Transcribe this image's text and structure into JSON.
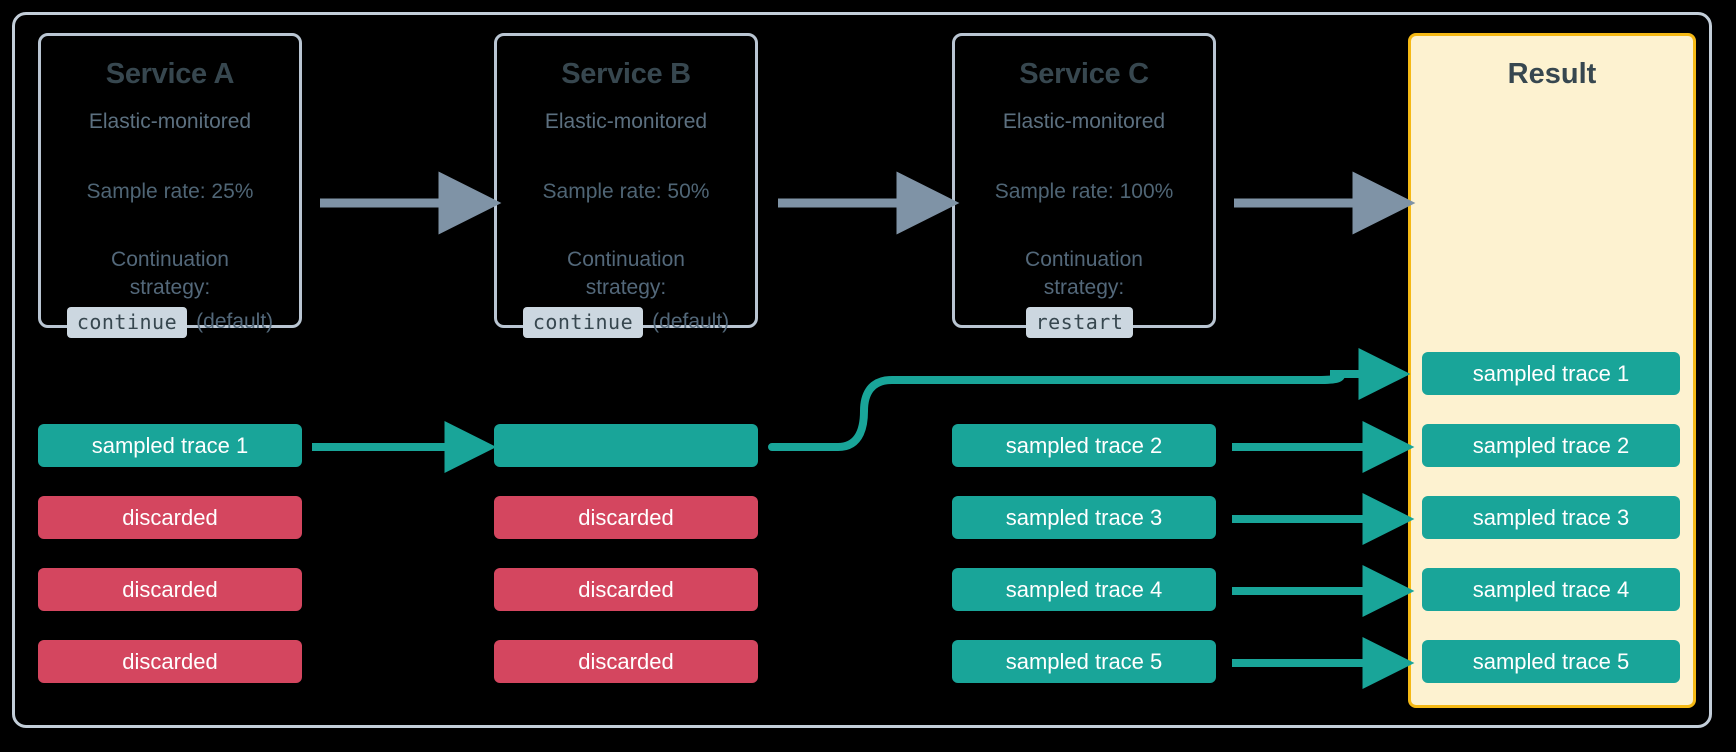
{
  "diagram": {
    "title": "Distributed tracing sampling across services",
    "colors": {
      "background": "#000000",
      "frame_border": "#c3ced9",
      "service_border": "#b9c5d2",
      "heading_text": "#37474f",
      "body_text": "#53687a",
      "code_chip_bg": "#ccd7e0",
      "sampled_green": "#19a599",
      "discarded_red": "#d4465f",
      "result_bg": "#fdf2d0",
      "result_border": "#f5b915",
      "gray_arrow": "#7f93a6"
    }
  },
  "services": [
    {
      "id": "service-a",
      "title": "Service A",
      "monitoring": "Elastic-monitored",
      "sample_rate": "Sample rate: 25%",
      "strategy_label_line1": "Continuation",
      "strategy_label_line2": "strategy:",
      "strategy_value": "continue",
      "strategy_note": "(default)"
    },
    {
      "id": "service-b",
      "title": "Service B",
      "monitoring": "Elastic-monitored",
      "sample_rate": "Sample rate: 50%",
      "strategy_label_line1": "Continuation",
      "strategy_label_line2": "strategy:",
      "strategy_value": "continue",
      "strategy_note": "(default)"
    },
    {
      "id": "service-c",
      "title": "Service C",
      "monitoring": "Elastic-monitored",
      "sample_rate": "Sample rate: 100%",
      "strategy_label_line1": "Continuation",
      "strategy_label_line2": "strategy:",
      "strategy_value": "restart",
      "strategy_note": ""
    }
  ],
  "result": {
    "title": "Result",
    "traces": [
      {
        "label": "sampled trace 1",
        "state": "sampled"
      },
      {
        "label": "sampled trace 2",
        "state": "sampled"
      },
      {
        "label": "sampled trace 3",
        "state": "sampled"
      },
      {
        "label": "sampled trace 4",
        "state": "sampled"
      },
      {
        "label": "sampled trace 5",
        "state": "sampled"
      }
    ]
  },
  "columns": {
    "service_a_traces": [
      {
        "label": "sampled trace 1",
        "state": "sampled"
      },
      {
        "label": "discarded",
        "state": "discarded"
      },
      {
        "label": "discarded",
        "state": "discarded"
      },
      {
        "label": "discarded",
        "state": "discarded"
      }
    ],
    "service_b_traces": [
      {
        "label": "",
        "state": "sampled"
      },
      {
        "label": "discarded",
        "state": "discarded"
      },
      {
        "label": "discarded",
        "state": "discarded"
      },
      {
        "label": "discarded",
        "state": "discarded"
      }
    ],
    "service_c_traces": [
      {
        "label": "sampled trace 2",
        "state": "sampled"
      },
      {
        "label": "sampled trace 3",
        "state": "sampled"
      },
      {
        "label": "sampled trace 4",
        "state": "sampled"
      },
      {
        "label": "sampled trace 5",
        "state": "sampled"
      }
    ]
  }
}
